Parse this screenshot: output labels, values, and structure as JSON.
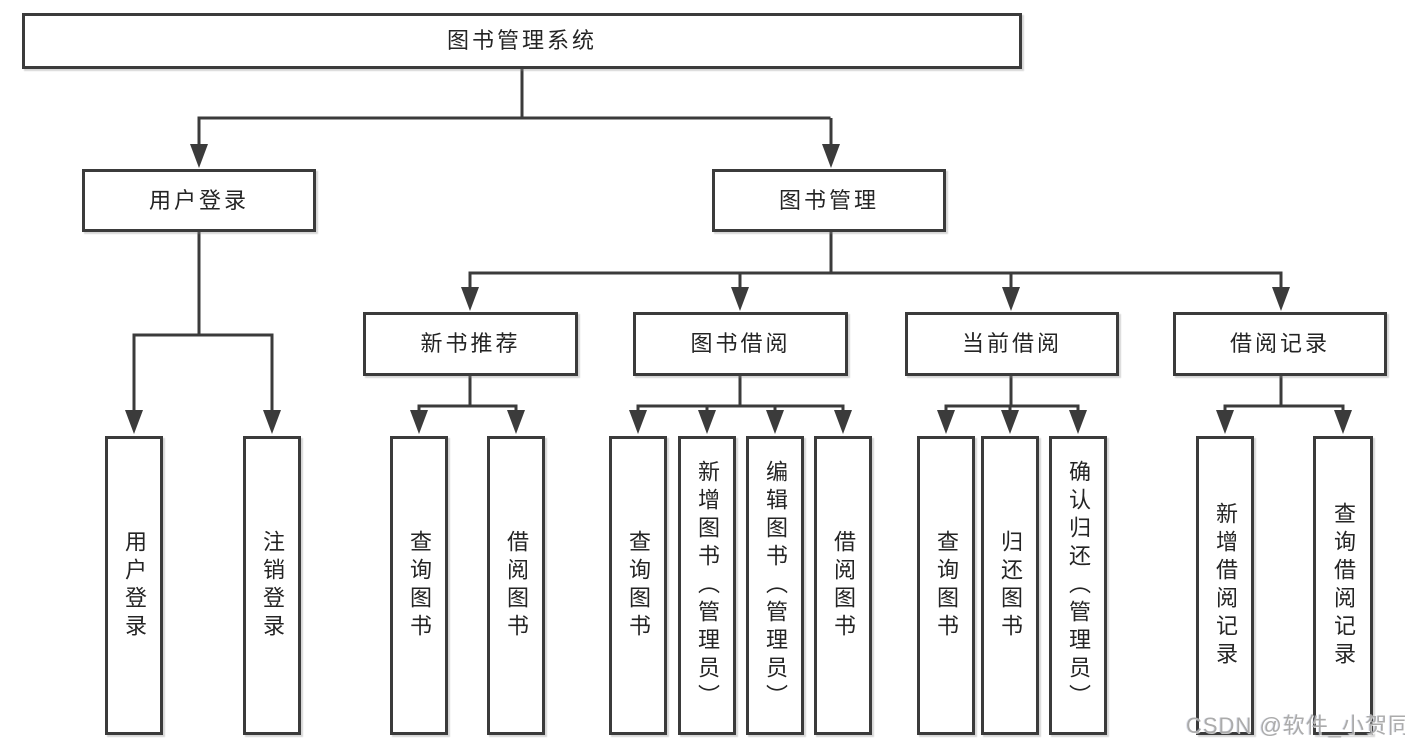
{
  "page": {
    "background": "#ffffff"
  },
  "diagram": {
    "type": "hierarchy-tree",
    "title": "图书管理系统",
    "watermark": "CSDN @软件_小贺同学",
    "colors": {
      "box_border": "#3b3b3b",
      "box_fill": "#ffffff",
      "line": "#3b3b3b",
      "text": "#242424",
      "watermark": "#ababab"
    },
    "nodes": {
      "root": "图书管理系统",
      "user_login": "用户登录",
      "book_mgmt": "图书管理",
      "new_book_rec": "新书推荐",
      "book_borrow": "图书借阅",
      "current_borrow": "当前借阅",
      "borrow_record": "借阅记录",
      "leaf_user_login": "用户登录",
      "leaf_logout": "注销登录",
      "leaf_query_book_rec": "查询图书",
      "leaf_borrow_book_rec": "借阅图书",
      "leaf_query_book_borrow": "查询图书",
      "leaf_add_book": "新增图书（管理员）",
      "leaf_edit_book": "编辑图书（管理员）",
      "leaf_borrow_book_borrow": "借阅图书",
      "leaf_query_book_current": "查询图书",
      "leaf_return_book": "归还图书",
      "leaf_confirm_return": "确认归还（管理员）",
      "leaf_add_borrow_record": "新增借阅记录",
      "leaf_query_borrow_record": "查询借阅记录"
    },
    "hierarchy": {
      "图书管理系统": [
        "用户登录",
        "图书管理"
      ],
      "用户登录": [
        "用户登录",
        "注销登录"
      ],
      "图书管理": [
        "新书推荐",
        "图书借阅",
        "当前借阅",
        "借阅记录"
      ],
      "新书推荐": [
        "查询图书",
        "借阅图书"
      ],
      "图书借阅": [
        "查询图书",
        "新增图书（管理员）",
        "编辑图书（管理员）",
        "借阅图书"
      ],
      "当前借阅": [
        "查询图书",
        "归还图书",
        "确认归还（管理员）"
      ],
      "借阅记录": [
        "新增借阅记录",
        "查询借阅记录"
      ]
    }
  }
}
